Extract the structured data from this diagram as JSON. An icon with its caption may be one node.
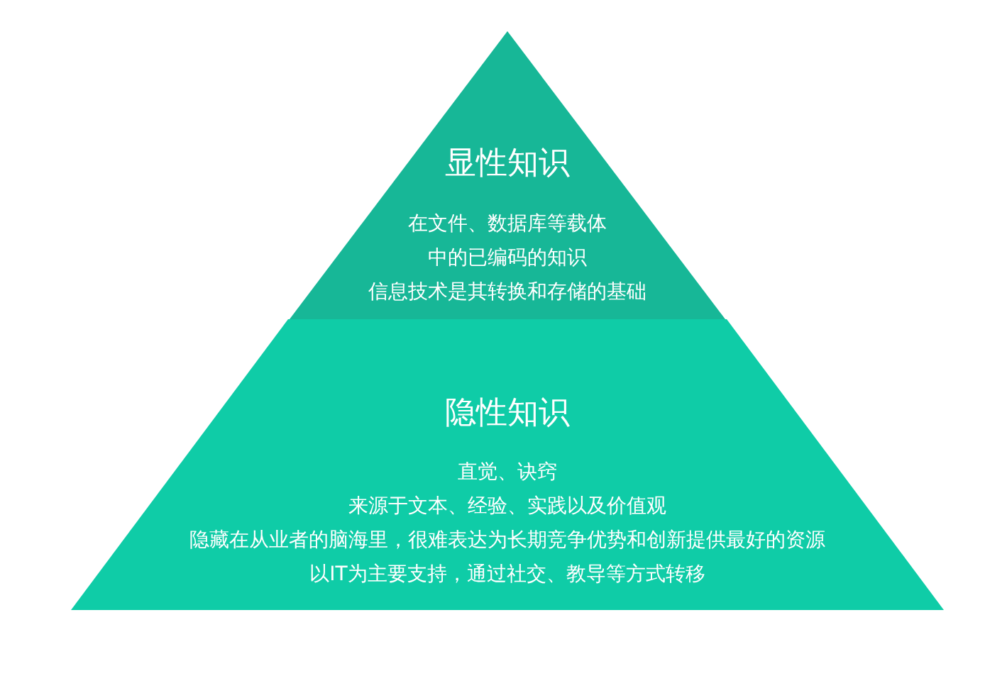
{
  "diagram": {
    "nodes": [
      {
        "text": [
          "显性知识",
          "在文件、数据库等载体中的已编码的知识",
          "信息技术是其转换和存储的基础"
        ]
      },
      {
        "text": [
          "隐性知识",
          "直觉、诀窍",
          "来源于文本、经验、实践以及价值观",
          "隐藏在从业者的脑海里，很难表达为长期竞争优势和创新提供最好的资源",
          "以IT为主要支持，通过社交、教导等方式转移"
        ]
      }
    ]
  }
}
